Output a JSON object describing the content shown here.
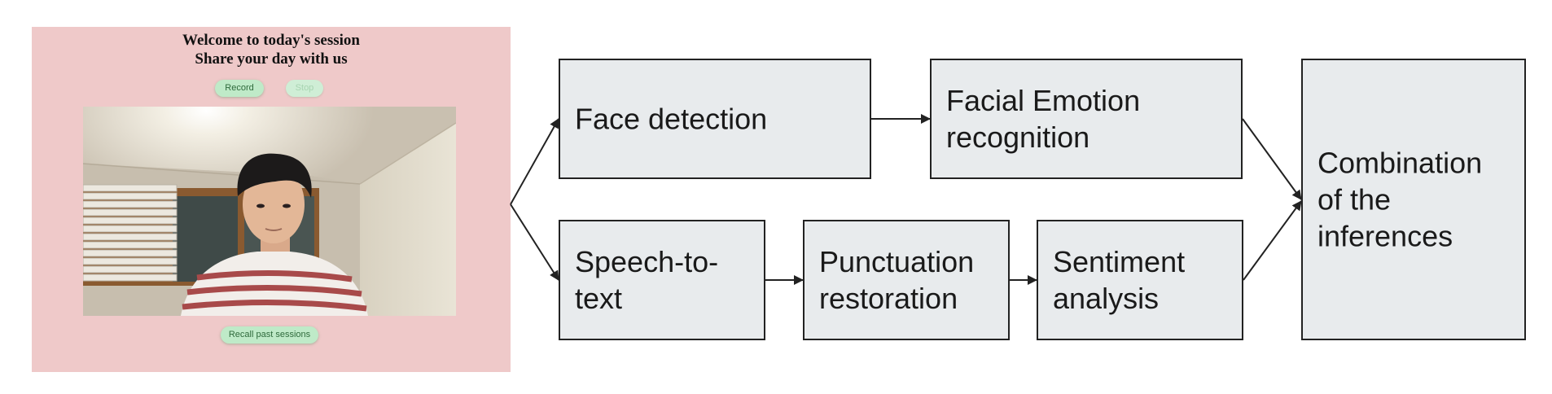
{
  "app": {
    "title_line1": "Welcome to today's session",
    "title_line2": "Share your day with us",
    "buttons": {
      "record": "Record",
      "stop": "Stop",
      "recall": "Recall past sessions"
    },
    "colors": {
      "panel_bg": "#efc9c9",
      "button_bg": "#bfeac8"
    }
  },
  "diagram": {
    "nodes": {
      "face_detection": "Face detection",
      "facial_emotion": "Facial Emotion\nrecognition",
      "speech_to_text": "Speech-to-\ntext",
      "punctuation": "Punctuation\nrestoration",
      "sentiment": "Sentiment\nanalysis",
      "combination": "Combination\nof the\ninferences"
    },
    "edges": [
      [
        "split",
        "face_detection"
      ],
      [
        "split",
        "speech_to_text"
      ],
      [
        "face_detection",
        "facial_emotion"
      ],
      [
        "speech_to_text",
        "punctuation"
      ],
      [
        "punctuation",
        "sentiment"
      ],
      [
        "facial_emotion",
        "combination"
      ],
      [
        "sentiment",
        "combination"
      ]
    ],
    "colors": {
      "box_fill": "#e8ebed",
      "stroke": "#222222"
    }
  }
}
